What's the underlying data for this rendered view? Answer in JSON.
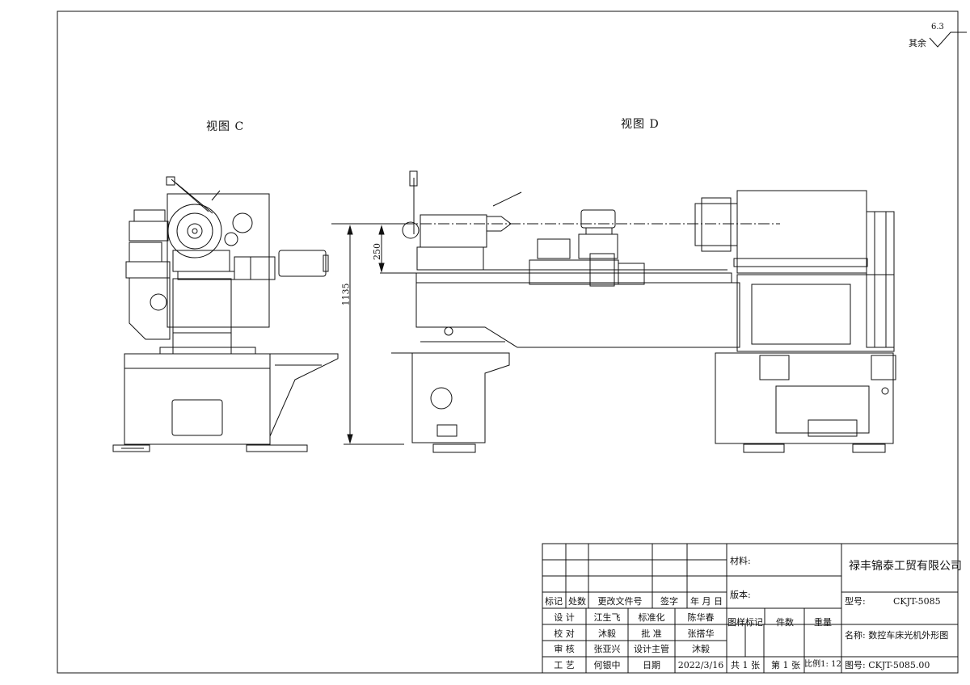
{
  "roughness": {
    "prefix": "其余",
    "value": "6.3"
  },
  "views": {
    "c": {
      "label": "视图 C"
    },
    "d": {
      "label": "视图 D"
    }
  },
  "dimensions": {
    "height": "1135",
    "center_height": "250"
  },
  "title_block": {
    "revision_headers": [
      "标记",
      "处数",
      "更改文件号",
      "签字",
      "年 月 日"
    ],
    "sign_rows": [
      [
        "设 计",
        "江生飞",
        "标准化",
        "陈华春"
      ],
      [
        "校 对",
        "沐毅",
        "批 准",
        "张搭华"
      ],
      [
        "审 核",
        "张亚兴",
        "设计主管",
        "沐毅"
      ],
      [
        "工 艺",
        "何银中",
        "日期",
        "2022/3/16"
      ]
    ],
    "material_label": "材料:",
    "version_label": "版本:",
    "sample_label": "图样标记",
    "count_label": "件数",
    "weight_label": "重量",
    "sheets_total": "共 1 张",
    "sheet_no": "第 1 张",
    "scale": "比例1: 12",
    "company": "禄丰锦泰工贸有限公司",
    "model_label": "型号:",
    "model": "CKJT-5085",
    "name": "名称: 数控车床光机外形图",
    "drawing_no": "图号: CKJT-5085.00"
  }
}
